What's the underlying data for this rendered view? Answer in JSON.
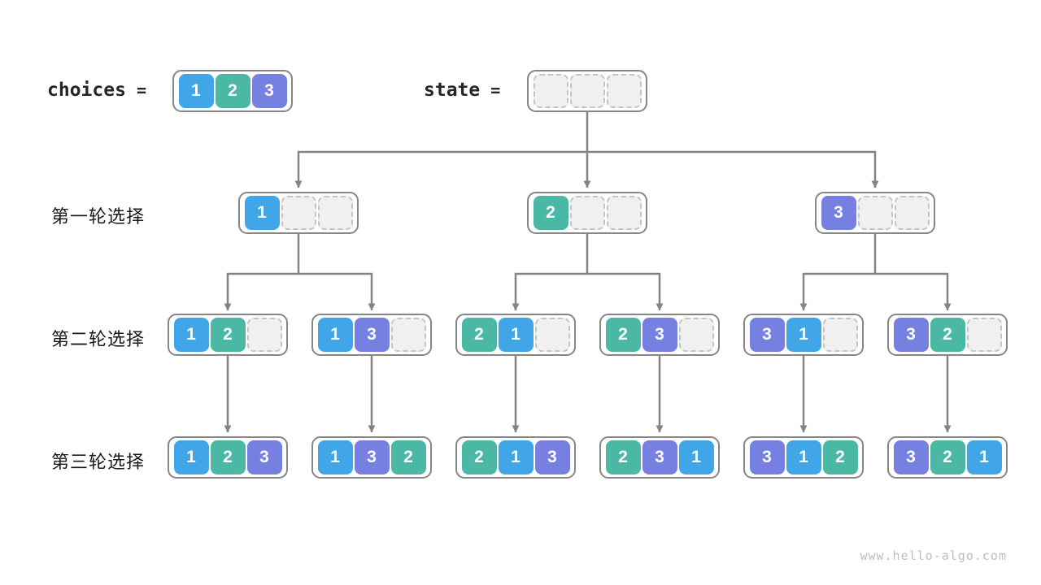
{
  "palette": {
    "1": "#41a6e8",
    "2": "#4bb8a6",
    "3": "#7580e0",
    "empty_fill": "#f0f0f0",
    "arrow": "#848484",
    "box_border": "#868686"
  },
  "header": {
    "choices_label": "choices",
    "state_label": "state",
    "equals": "=",
    "choices_cells": [
      1,
      2,
      3
    ],
    "state_cells": [
      null,
      null,
      null
    ]
  },
  "rows": [
    {
      "label": "第一轮选择",
      "boxes": [
        [
          1,
          null,
          null
        ],
        [
          2,
          null,
          null
        ],
        [
          3,
          null,
          null
        ]
      ]
    },
    {
      "label": "第二轮选择",
      "boxes": [
        [
          1,
          2,
          null
        ],
        [
          1,
          3,
          null
        ],
        [
          2,
          1,
          null
        ],
        [
          2,
          3,
          null
        ],
        [
          3,
          1,
          null
        ],
        [
          3,
          2,
          null
        ]
      ]
    },
    {
      "label": "第三轮选择",
      "boxes": [
        [
          1,
          2,
          3
        ],
        [
          1,
          3,
          2
        ],
        [
          2,
          1,
          3
        ],
        [
          2,
          3,
          1
        ],
        [
          3,
          1,
          2
        ],
        [
          3,
          2,
          1
        ]
      ]
    }
  ],
  "watermark": "www.hello-algo.com"
}
